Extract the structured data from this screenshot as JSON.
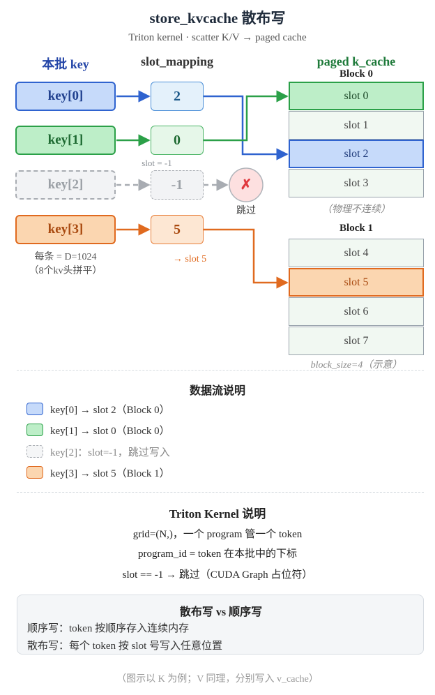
{
  "title": "store_kvcache 散布写",
  "subtitle": "Triton kernel · scatter K/V → paged cache",
  "columns": {
    "keys": "本批 key",
    "slots": "slot_mapping",
    "cache": "paged k_cache"
  },
  "keys": [
    "key[0]",
    "key[1]",
    "key[2]",
    "key[3]"
  ],
  "slots": [
    "2",
    "0",
    "-1",
    "5"
  ],
  "skip_icon": "✗",
  "skip_label": "跳过",
  "slot_neg_note": "slot = -1",
  "key_note_1": "每条 = D=1024",
  "key_note_2": "（8个kv头拼平）",
  "slot5_note": "→ slot 5",
  "block0": {
    "title": "Block 0",
    "slots": [
      "slot 0",
      "slot 1",
      "slot 2",
      "slot 3"
    ],
    "note": "（物理不连续）"
  },
  "block1": {
    "title": "Block 1",
    "slots": [
      "slot 4",
      "slot 5",
      "slot 6",
      "slot 7"
    ],
    "note": "block_size=4（示意）"
  },
  "legend": {
    "title": "数据流说明",
    "items": [
      "key[0] → slot 2（Block 0）",
      "key[1] → slot 0（Block 0）",
      "key[2]：slot=-1，跳过写入",
      "key[3] → slot 5（Block 1）"
    ]
  },
  "kernel": {
    "title": "Triton Kernel 说明",
    "lines": [
      "grid=(N,)，一个 program 管一个 token",
      "program_id = token 在本批中的下标",
      "slot == -1 → 跳过（CUDA Graph 占位符）"
    ]
  },
  "compare": {
    "title": "散布写 vs 顺序写",
    "line1": "顺序写：token 按顺序存入连续内存",
    "line2": "散布写：每个 token 按 slot 号写入任意位置"
  },
  "footer": "（图示以 K 为例；V 同理，分别写入 v_cache）",
  "colors": {
    "blue": "#2f63cf",
    "green": "#2ba048",
    "gray": "#a8acb2",
    "orange": "#e06a1f"
  }
}
